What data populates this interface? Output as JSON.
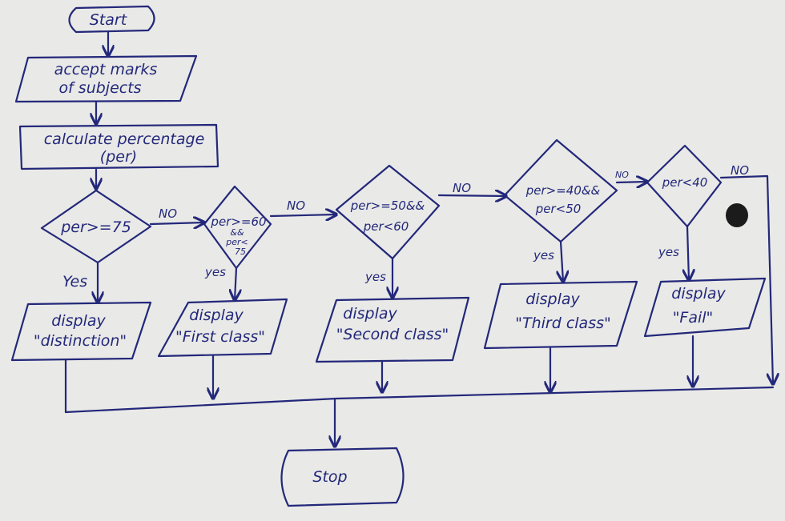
{
  "start": "Start",
  "input": {
    "line1": "accept marks",
    "line2": "of subjects"
  },
  "process": {
    "line1": "calculate percentage",
    "line2": "(per)"
  },
  "decisions": [
    {
      "lines": [
        "per>=75"
      ]
    },
    {
      "lines": [
        "per>=60",
        "&&",
        "per<",
        "75"
      ]
    },
    {
      "lines": [
        "per>=50&&",
        "per<60"
      ]
    },
    {
      "lines": [
        "per>=40&&",
        "per<50"
      ]
    },
    {
      "lines": [
        "per<40"
      ]
    }
  ],
  "outputs": [
    {
      "line1": "display",
      "line2": "\"distinction\""
    },
    {
      "line1": "display",
      "line2": "\"First class\""
    },
    {
      "line1": "display",
      "line2": "\"Second class\""
    },
    {
      "line1": "display",
      "line2": "\"Third class\""
    },
    {
      "line1": "display",
      "line2": "\"Fail\""
    }
  ],
  "edge_labels": {
    "yes_labels": [
      "Yes",
      "yes",
      "yes",
      "yes",
      "yes"
    ],
    "no_labels": [
      "NO",
      "NO",
      "NO",
      "NO",
      "NO"
    ]
  },
  "stop": "Stop",
  "colors": {
    "ink": "#23287a",
    "paper": "#e9e9e7"
  }
}
